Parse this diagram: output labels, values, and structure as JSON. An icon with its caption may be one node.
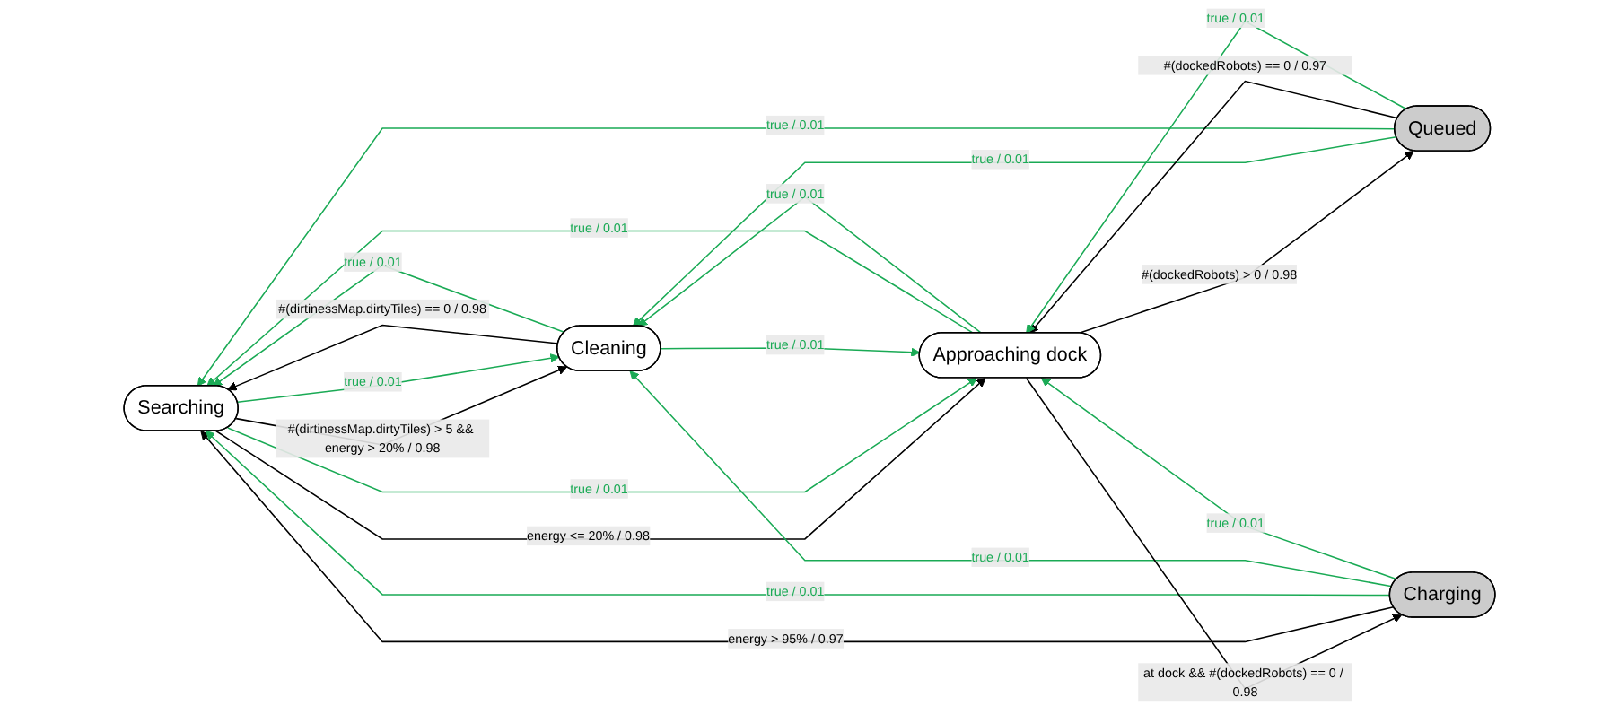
{
  "diagram": {
    "nodes": [
      {
        "text": [
          "Searching"
        ]
      },
      {
        "text": [
          "Cleaning"
        ]
      },
      {
        "text": [
          "Queued"
        ]
      },
      {
        "text": [
          "Approaching dock"
        ]
      },
      {
        "text": [
          "Charging"
        ]
      }
    ],
    "edges": [
      {
        "from": 2,
        "to": 1,
        "arrow": "to",
        "label": "true / 0.01"
      },
      {
        "from": 0,
        "to": 1,
        "arrow": "to",
        "label": "#(dirtinessMap.dirtyTiles) > 5 && energy > 20% / 0.98",
        "color": "#000000"
      },
      {
        "from": 1,
        "to": 0,
        "arrow": "to",
        "label": "#(dirtinessMap.dirtyTiles) == 0 / 0.98",
        "color": "#000000"
      },
      {
        "from": 0,
        "to": 1,
        "arrow": "to",
        "label": "true / 0.01"
      },
      {
        "from": 1,
        "to": 0,
        "arrow": "to",
        "label": "true / 0.01"
      },
      {
        "from": 2,
        "to": 0,
        "arrow": "to",
        "label": "true / 0.01"
      },
      {
        "from": 0,
        "to": 3,
        "arrow": "to",
        "label": "energy <= 20% / 0.98",
        "color": "#000000"
      },
      {
        "from": 3,
        "to": 0,
        "arrow": "to",
        "label": "true / 0.01"
      },
      {
        "from": 0,
        "to": 3,
        "arrow": "to",
        "label": "true / 0.01"
      },
      {
        "from": 3,
        "to": 1,
        "arrow": "to",
        "label": "true / 0.01"
      },
      {
        "from": 1,
        "to": 3,
        "arrow": "to",
        "label": "true / 0.01"
      },
      {
        "from": 4,
        "to": 0,
        "arrow": "to",
        "label": "energy > 95% / 0.97",
        "color": "#000000"
      },
      {
        "from": 4,
        "to": 0,
        "arrow": "to",
        "label": "true / 0.01"
      },
      {
        "from": 4,
        "to": 1,
        "arrow": "to",
        "label": "true / 0.01"
      },
      {
        "from": 2,
        "to": 3,
        "arrow": "to",
        "label": "#(dockedRobots) == 0 / 0.97",
        "color": "#000000"
      },
      {
        "from": 3,
        "to": 2,
        "arrow": "to",
        "label": "#(dockedRobots) > 0 / 0.98",
        "color": "#000000"
      },
      {
        "from": 2,
        "to": 3,
        "arrow": "to",
        "label": "true / 0.01"
      },
      {
        "from": 3,
        "to": 4,
        "arrow": "to",
        "label": "at dock && #(dockedRobots) == 0 / 0.98",
        "color": "#000000"
      },
      {
        "from": 4,
        "to": 3,
        "arrow": "to",
        "label": "true / 0.01"
      }
    ]
  }
}
